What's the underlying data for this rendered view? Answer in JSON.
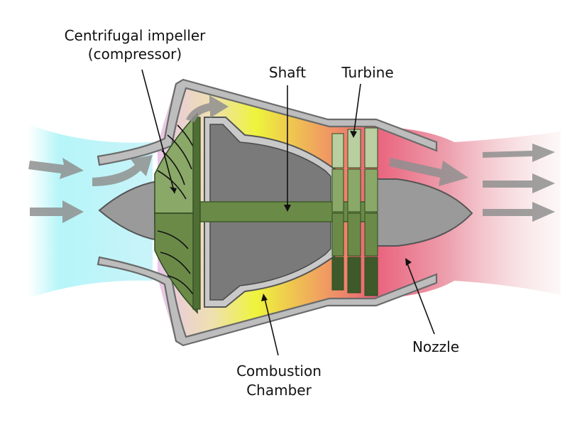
{
  "labels": {
    "impeller_line1": "Centrifugal impeller",
    "impeller_line2": "(compressor)",
    "shaft": "Shaft",
    "turbine": "Turbine",
    "nozzle": "Nozzle",
    "combustion_line1": "Combustion",
    "combustion_line2": "Chamber"
  },
  "colors": {
    "intake_flow": "#aef4f8",
    "combustion_hot": "#eef43c",
    "exhaust": "#e9607a",
    "housing": "#7a7a7a",
    "compressor_blades": "#8aa868",
    "shaft": "#6a8a48",
    "turbine_blades_light": "#b9cfa0",
    "turbine_blades_dark": "#3e5a2a"
  },
  "icons": [
    "flow-arrow-icon"
  ]
}
